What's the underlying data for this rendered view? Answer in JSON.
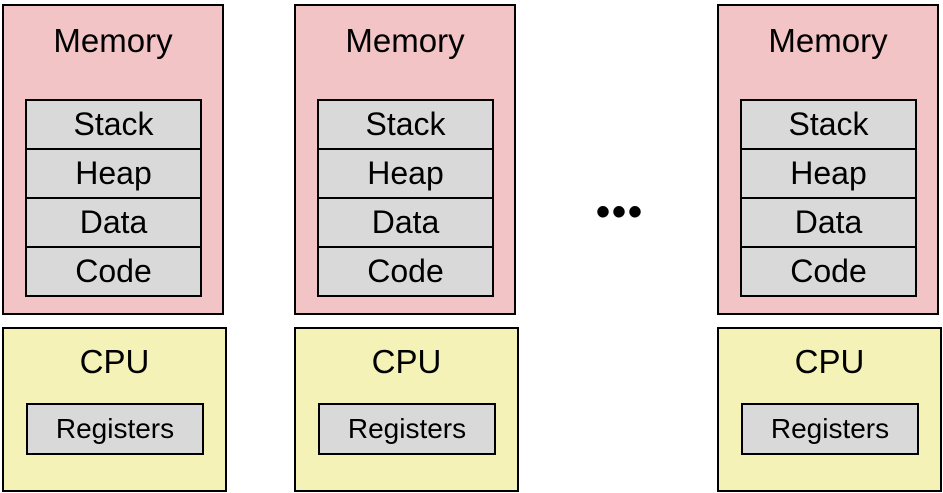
{
  "processes": [
    {
      "memory_label": "Memory",
      "segments": [
        "Stack",
        "Heap",
        "Data",
        "Code"
      ],
      "cpu_label": "CPU",
      "registers_label": "Registers"
    },
    {
      "memory_label": "Memory",
      "segments": [
        "Stack",
        "Heap",
        "Data",
        "Code"
      ],
      "cpu_label": "CPU",
      "registers_label": "Registers"
    },
    {
      "memory_label": "Memory",
      "segments": [
        "Stack",
        "Heap",
        "Data",
        "Code"
      ],
      "cpu_label": "CPU",
      "registers_label": "Registers"
    }
  ],
  "ellipsis": "•••",
  "colors": {
    "memory_fill": "#f2c4c6",
    "cpu_fill": "#f4f2b6",
    "segment_fill": "#d9d9d9"
  }
}
